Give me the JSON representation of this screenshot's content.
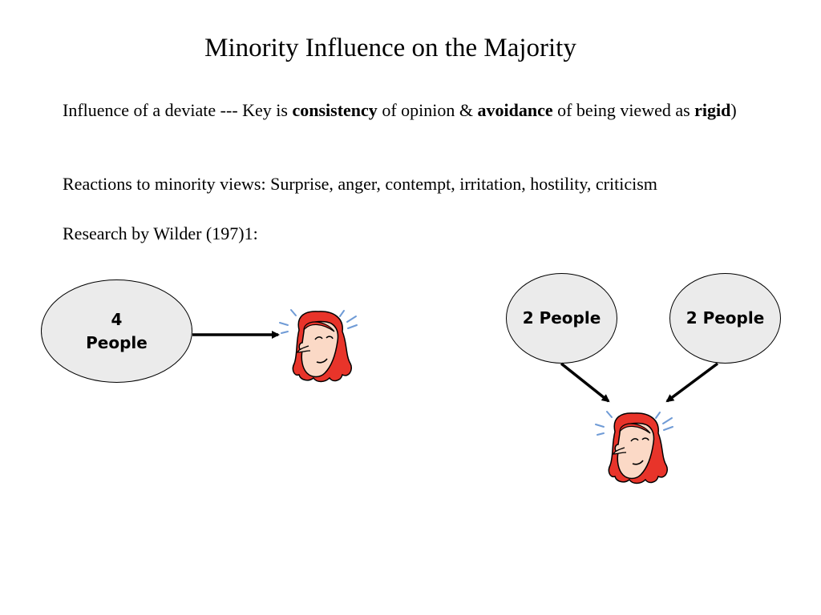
{
  "title": "Minority Influence on the Majority",
  "paragraph1": {
    "part1": " Influence of a deviate --- Key is ",
    "bold1": "consistency",
    "part2": " of opinion & ",
    "bold2": "avoidance",
    "part3": " of  being viewed as ",
    "bold3": "rigid",
    "part4": ")"
  },
  "paragraph2": "Reactions to minority views: Surprise, anger, contempt, irritation, hostility, criticism",
  "paragraph3": "Research by Wilder (197)1:",
  "diagram_left": {
    "group_line1": "4",
    "group_line2": "People",
    "target_icon": "worried-woman-face-icon"
  },
  "diagram_right": {
    "group_a": "2 People",
    "group_b": "2 People",
    "target_icon": "worried-woman-face-icon"
  },
  "colors": {
    "bubble_fill": "#ebebeb",
    "hair": "#e8342a",
    "skin": "#fbd9c6",
    "stress_lines": "#6f9bd6"
  }
}
